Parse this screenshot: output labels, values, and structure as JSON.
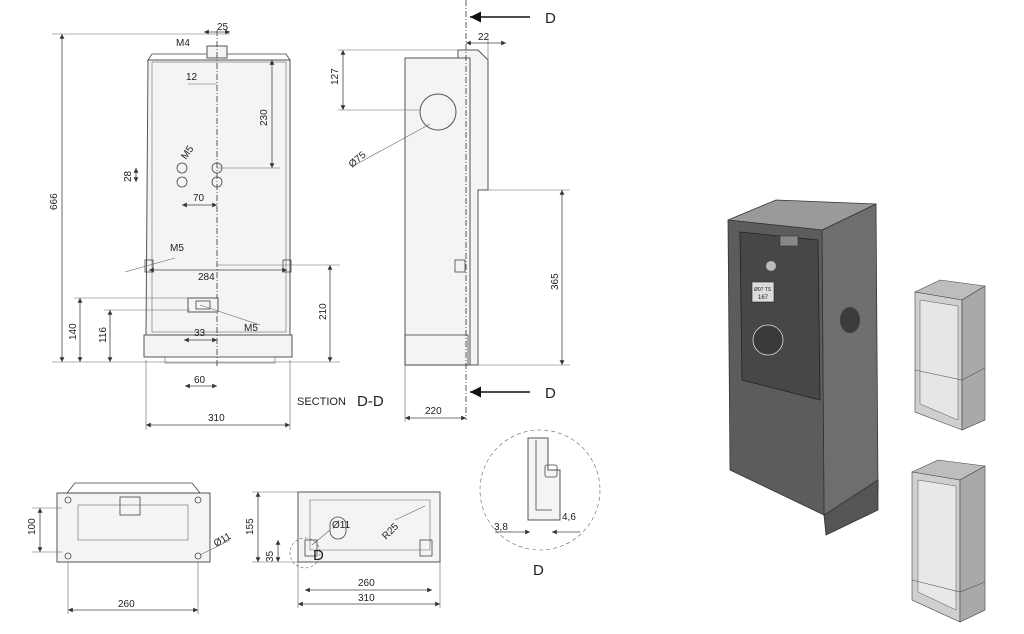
{
  "title": "Meter box technical drawing",
  "front_view": {
    "d_top_width": "25",
    "d_thread_top": "M4",
    "d_offset_12": "12",
    "d_230": "230",
    "d_m5_upper": "M5",
    "d_28": "28",
    "d_70": "70",
    "d_666": "666",
    "d_m5_side": "M5",
    "d_284": "284",
    "d_210": "210",
    "d_140": "140",
    "d_116": "116",
    "d_33": "33",
    "d_m5_lower": "M5",
    "d_60": "60",
    "d_310": "310"
  },
  "section_view": {
    "label_section": "SECTION",
    "label_dd": "D-D",
    "cut_top": "D",
    "cut_bottom": "D",
    "d_22": "22",
    "d_127": "127",
    "d_dia75": "Ø75",
    "d_365": "365",
    "d_220": "220"
  },
  "bottom_views": {
    "d_100": "100",
    "d_dia11_left": "Ø11",
    "d_260_left": "260",
    "d_155": "155",
    "d_35": "35",
    "d_dia11_right": "Ø11",
    "d_r25": "R25",
    "d_label_d": "D",
    "d_260_right": "260",
    "d_310_right": "310"
  },
  "detail_view": {
    "d_3_8": "3,8",
    "d_4_6": "4,6",
    "label_d": "D"
  },
  "iso_view": {
    "label_line1": "Ø07 TS",
    "label_line2": "167"
  },
  "colors": {
    "line": "#444444",
    "body_fill": "#f4f4f4",
    "render_dark": "#5a5a5a",
    "render_mid": "#8a8a8a",
    "render_light": "#c8c8c8"
  }
}
